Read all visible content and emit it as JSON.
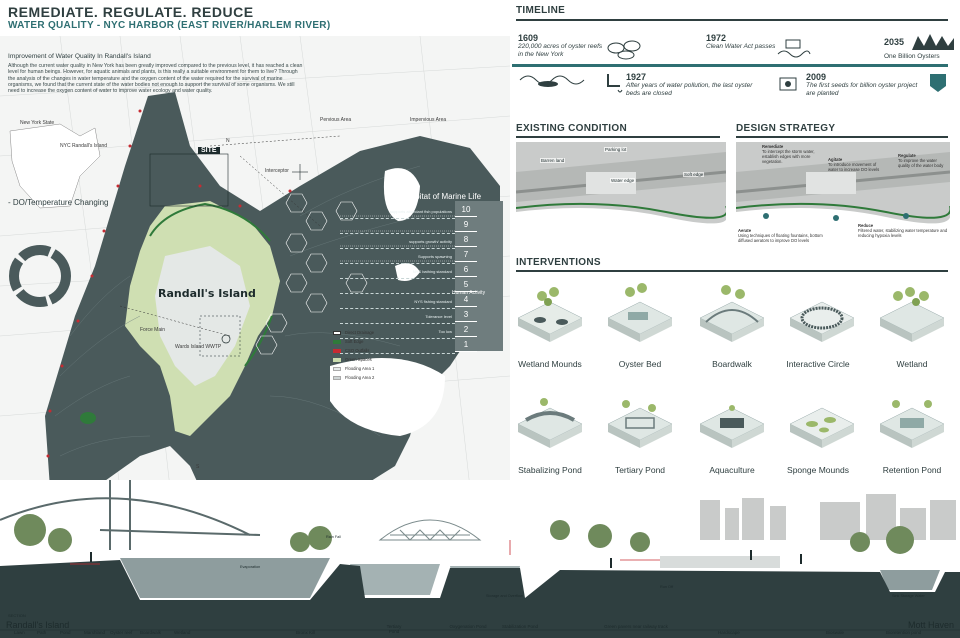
{
  "header": {
    "title": "REMEDIATE. REGULATE. REDUCE",
    "subtitle": "WATER QUALITY - NYC HARBOR (EAST RIVER/HARLEM RIVER)"
  },
  "intro": {
    "heading": "Improvement of Water Quality In Randall's Island",
    "body": "Although the current water quality in New York has been greatly improved compared to the previous level, it has reached a clean level for human beings. However, for aquatic animals and plants, is this really a suitable environment for them to live? Through the analysis of the changes in water temperature and the oxygen content of the water required for the survival of marine organisms, we found that the current state of the water bodies not enough to support the survival of some organisms. We still need to increase the oxygen content of water to improve water ecology and water quality."
  },
  "map": {
    "do_label": "- DO/Temperature Changing",
    "site_label": "SITE",
    "island_label": "Randall's Island",
    "labels": {
      "ny_state": "New York State",
      "nyc": "NYC Randall's Island",
      "pervious": "Pervious Area",
      "impervious": "Impervious Area",
      "interceptor": "Interceptor",
      "force_main": "Force Main",
      "wards": "Wards Island WWTP",
      "north": "N",
      "south": "S"
    },
    "habitat": {
      "title": "Habitat of Marine Life",
      "levels": [
        "10",
        "9",
        "8",
        "7",
        "6",
        "5",
        "4",
        "3",
        "2",
        "1"
      ],
      "rows": [
        "supports abundant fish populations",
        "",
        "supports growth/ activity",
        "Supports spawning",
        "NYS bathing standard",
        "",
        "NYS fishing standard",
        "Tolerance level",
        "Too low",
        ""
      ],
      "human_label": "Human Activity"
    },
    "legend": [
      {
        "label": "Direct Drainage",
        "color": "#ffffff"
      },
      {
        "label": "Soft Edge",
        "color": "#2f7a3a"
      },
      {
        "label": "CSO Outfalls",
        "color": "#c62b32"
      },
      {
        "label": "Green Spaces",
        "color": "#c9dcae"
      },
      {
        "label": "Flooding Area 1",
        "color": "#e5eaea"
      },
      {
        "label": "Flooding Area 2",
        "color": "#d0d6d6"
      }
    ]
  },
  "timeline": {
    "heading": "TIMELINE",
    "events": [
      {
        "year": "1609",
        "text": "220,000 acres of oyster reefs in the New York"
      },
      {
        "year": "1972",
        "text": "Clean Water Act passes"
      },
      {
        "year": "2035",
        "text": "One Billion Oysters"
      },
      {
        "year": "1927",
        "text": "After years of water pollution, the last oyster beds are closed"
      },
      {
        "year": "2009",
        "text": "The first seeds for billion oyster project are planted"
      }
    ]
  },
  "existing": {
    "heading": "EXISTING CONDITION",
    "labels": [
      "Parking lot",
      "Barren land",
      "Water edge",
      "Soft edge"
    ]
  },
  "strategy": {
    "heading": "DESIGN STRATEGY",
    "labels": [
      "Remediate",
      "Agitate",
      "Regulate"
    ],
    "notes": [
      "To intercept the storm water, establish edges with more vegetation.",
      "To introduce movement of water to increase DO levels",
      "To improve the water quality of the water body"
    ],
    "aerate": {
      "title": "Aerate",
      "text": "Using techniques of floating fountains, bottom diffused aerators to improve DO levels"
    },
    "reduce": {
      "title": "Reduce",
      "text": "Filtered water, stabilizing water temperature and reducing hypoxia levels"
    }
  },
  "interventions": {
    "heading": "INTERVENTIONS",
    "items": [
      "Wetland Mounds",
      "Oyster Bed",
      "Boardwalk",
      "Interactive Circle",
      "Wetland",
      "Stabalizing Pond",
      "Tertiary Pond",
      "Aquaculture",
      "Sponge Mounds",
      "Retention Pond"
    ]
  },
  "section": {
    "tag": "SECTION",
    "left_name": "Randall's Island",
    "right_name": "Mott Haven",
    "ground_labels": [
      "Lawn",
      "Path",
      "Pond",
      "Marshland",
      "Oyster reef",
      "Boardwalk",
      "Wetland",
      "Bronx Kill",
      "Tertiary Pond",
      "Oxygenation Pond",
      "Stabilization Pond",
      "Green pavers near railway track",
      "Hardscape",
      "Bioswale",
      "Bioretention pond"
    ],
    "notes": [
      "Rain Fall",
      "Run Off",
      "Evaporation",
      "Storage and Overflow",
      "Sink Storage Water"
    ]
  }
}
